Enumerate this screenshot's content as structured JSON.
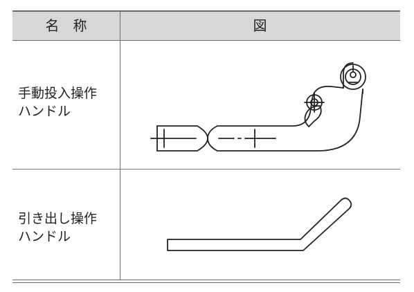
{
  "table": {
    "header": {
      "name": "名　称",
      "figure": "図"
    },
    "rows": [
      {
        "name_line1": "手動投入操作",
        "name_line2": "ハンドル",
        "figure_icon": "manual-closing-handle-icon"
      },
      {
        "name_line1": "引き出し操作",
        "name_line2": "ハンドル",
        "figure_icon": "draw-out-handle-icon"
      }
    ]
  }
}
